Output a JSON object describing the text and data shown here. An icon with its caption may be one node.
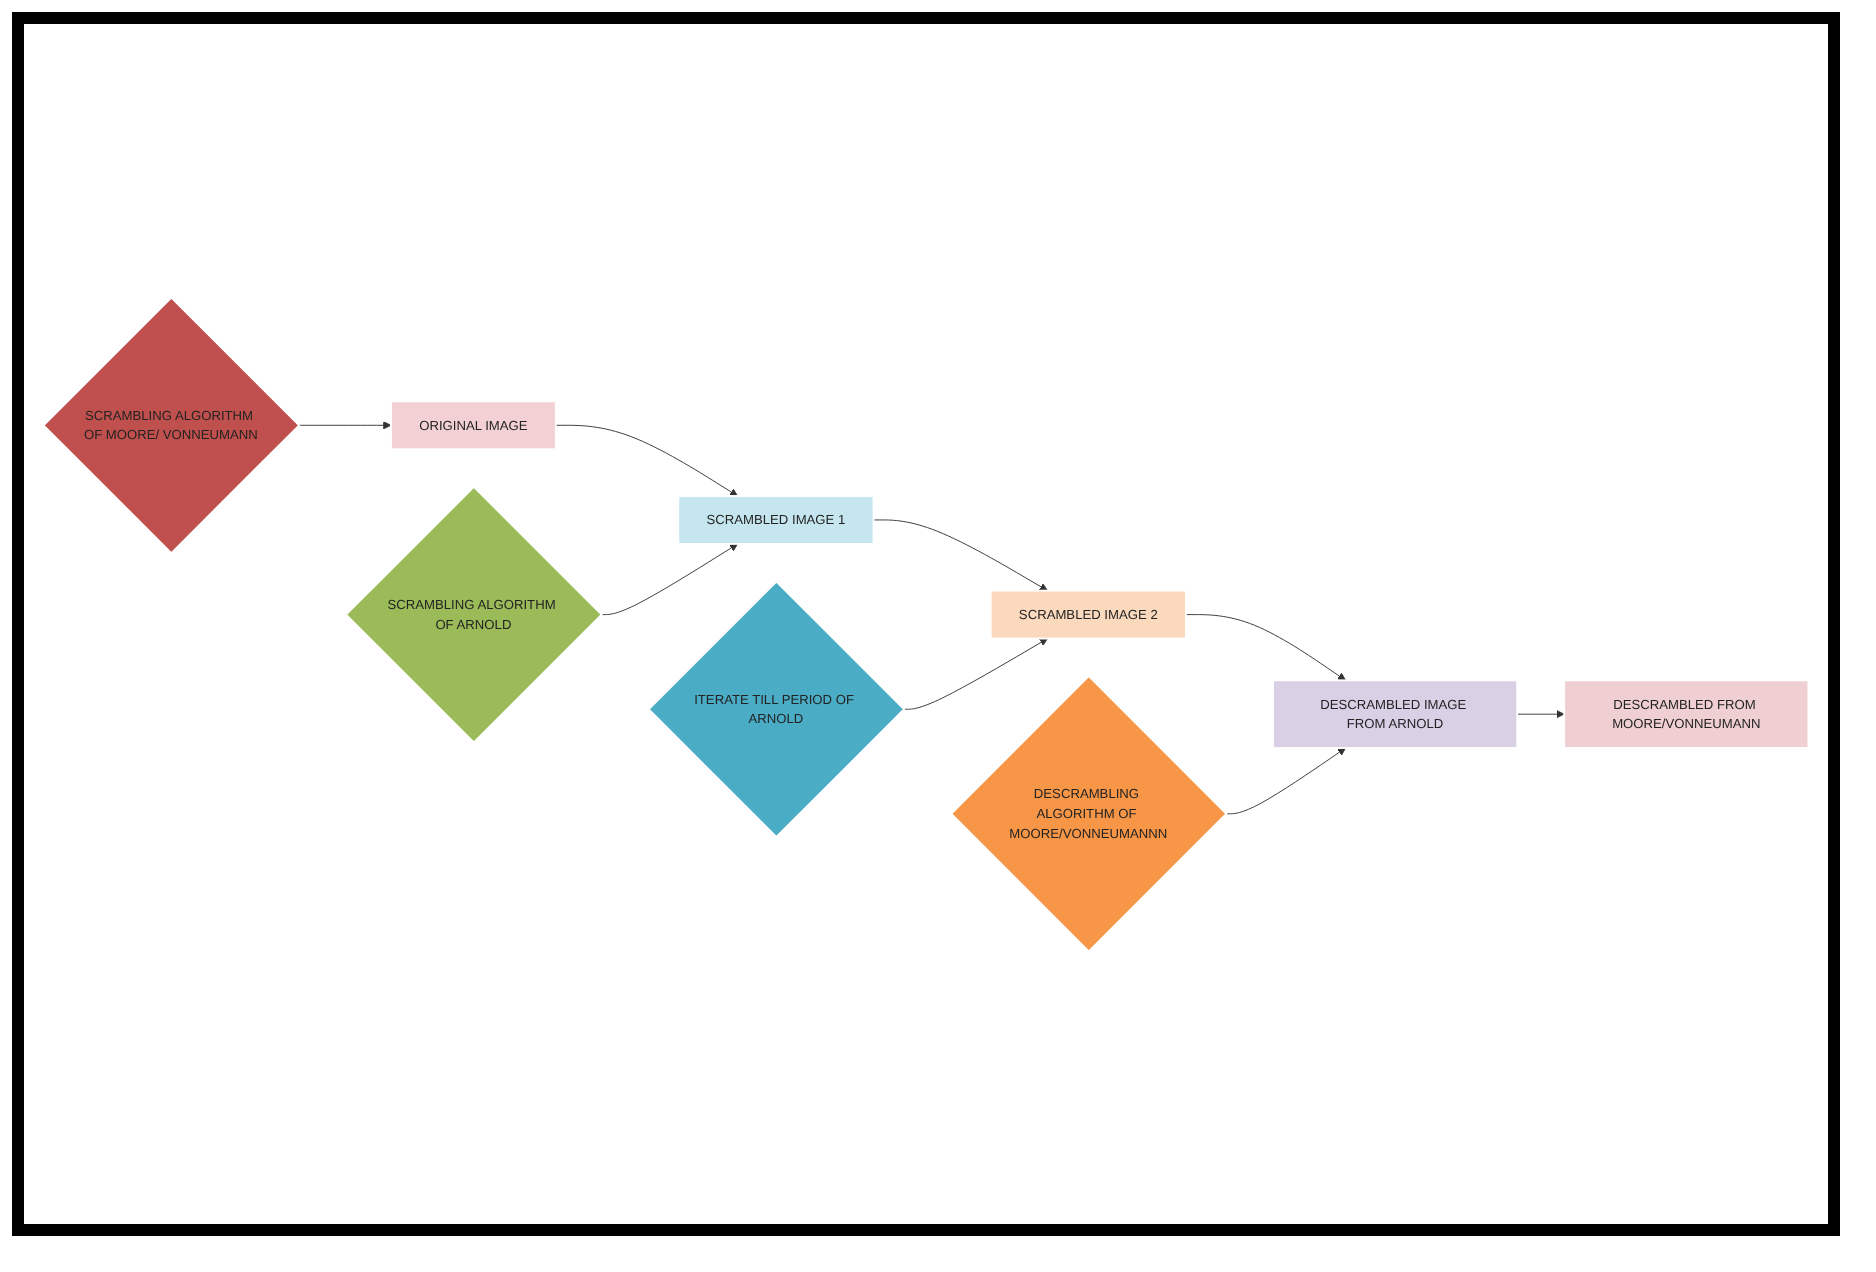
{
  "diagram": {
    "nodes": [
      {
        "text": [
          "SCRAMBLING ALGORITHM OF MOORE/ VONNEUMANN"
        ]
      },
      {
        "text": [
          "ORIGINAL IMAGE"
        ]
      },
      {
        "text": [
          "SCRAMBLED IMAGE 1"
        ]
      },
      {
        "text": [
          "SCRAMBLING ALGORITHM OF ARNOLD"
        ]
      },
      {
        "text": [
          "SCRAMBLED IMAGE 2"
        ]
      },
      {
        "text": [
          "DESCRAMBLED FROM MOORE/VONNEUMANN"
        ]
      },
      {
        "text": [
          "DESCRAMBLED IMAGE FROM ARNOLD"
        ]
      },
      {
        "text": [
          "DESCRAMBLING ALGORITHM OF MOORE/VONNEUMANNN"
        ]
      },
      {
        "text": [
          "ITERATE TILL PERIOD OF ARNOLD"
        ]
      }
    ],
    "edges": [
      {
        "from": 0,
        "to": 1,
        "arrow": "to"
      },
      {
        "from": 1,
        "to": 2,
        "arrow": "to"
      },
      {
        "from": 3,
        "to": 2,
        "arrow": "to"
      },
      {
        "from": 2,
        "to": 4,
        "arrow": "to"
      },
      {
        "from": 4,
        "to": 6,
        "arrow": "to"
      },
      {
        "from": 6,
        "to": 5,
        "arrow": "to"
      },
      {
        "from": 7,
        "to": 6,
        "arrow": "to"
      },
      {
        "from": 8,
        "to": 4,
        "arrow": "to"
      }
    ]
  }
}
